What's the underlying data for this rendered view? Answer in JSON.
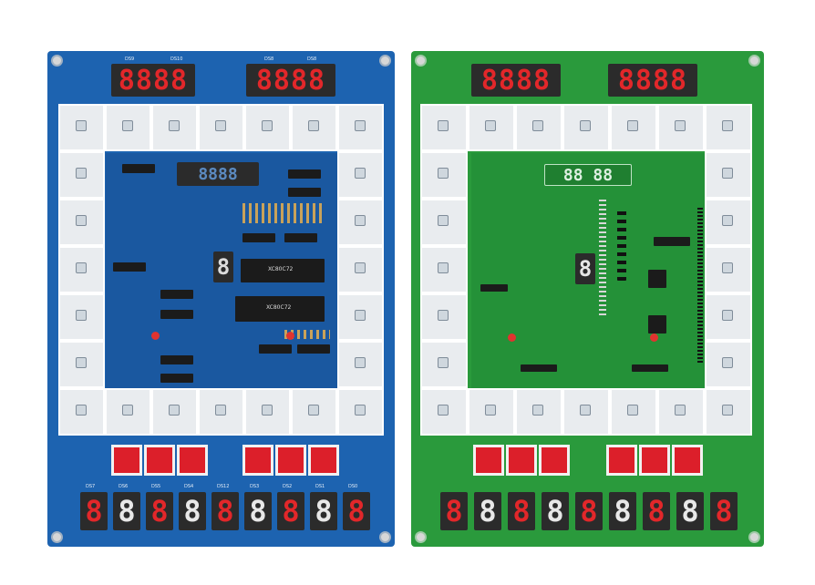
{
  "photo": {
    "description_only_as_names": true
  },
  "blue_board": {
    "color": "#1d63b0",
    "top_display_labels": [
      "DS9",
      "DS10",
      "DS8",
      "DS8"
    ],
    "bottom_display_labels": [
      "DS7",
      "DS6",
      "DS5",
      "DS4",
      "DS12",
      "DS3",
      "DS2",
      "DS1",
      "DS0"
    ],
    "chip_marks": [
      "XC80C72",
      "XC80C72"
    ]
  },
  "green_board": {
    "color": "#2a9a3c"
  },
  "colors": {
    "led_red": "#e2272a",
    "frame_white": "#e9ecef",
    "button_red": "#dc1f2a"
  }
}
